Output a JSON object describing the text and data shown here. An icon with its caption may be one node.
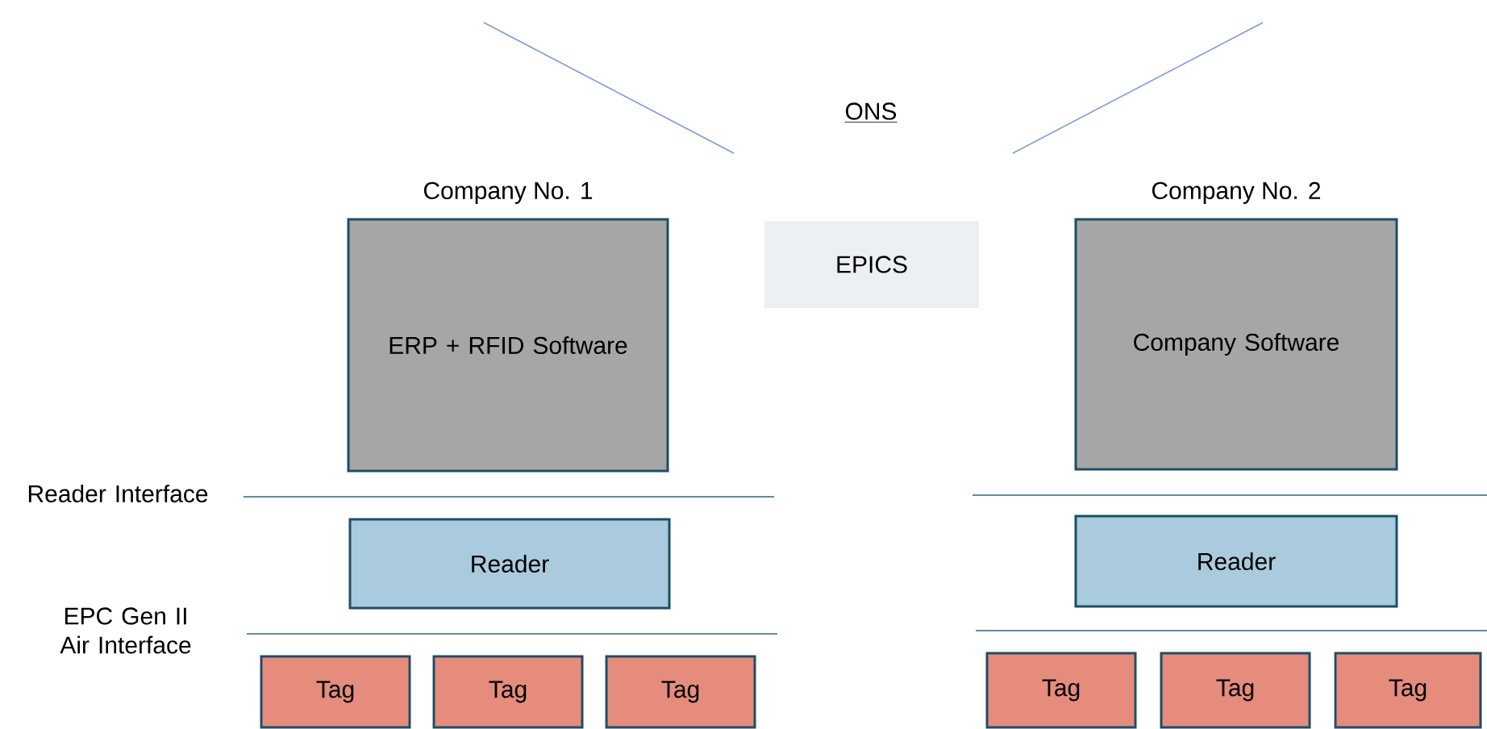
{
  "diagram": {
    "nodes": [
      {
        "text": [
          "Company No. 1",
          "ERP + RFID Software"
        ]
      },
      {
        "text": [
          "EPICS"
        ]
      },
      {
        "text": [
          "Company No. 2",
          "Company Software"
        ]
      },
      {
        "text": [
          "Reader"
        ]
      },
      {
        "text": [
          "Reader"
        ]
      },
      {
        "text": [
          "Tag"
        ]
      },
      {
        "text": [
          "Tag"
        ]
      },
      {
        "text": [
          "Tag"
        ]
      },
      {
        "text": [
          "Tag"
        ]
      },
      {
        "text": [
          "Tag"
        ]
      },
      {
        "text": [
          "Tag"
        ]
      }
    ],
    "labels": [
      "ONS",
      "Reader Interface",
      "EPC Gen II Air Interface"
    ]
  }
}
